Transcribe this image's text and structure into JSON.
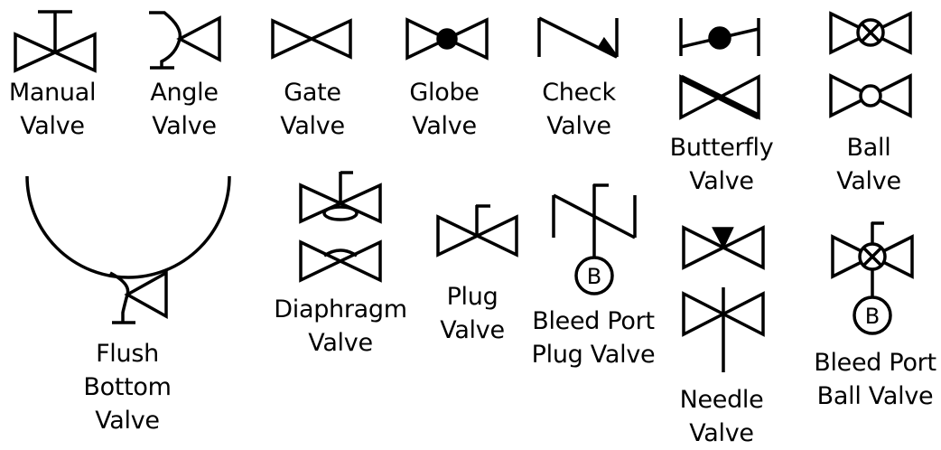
{
  "valves": [
    {
      "key": "manual",
      "lines": [
        "Manual",
        "Valve"
      ]
    },
    {
      "key": "angle",
      "lines": [
        "Angle",
        "Valve"
      ]
    },
    {
      "key": "gate",
      "lines": [
        "Gate",
        "Valve"
      ]
    },
    {
      "key": "globe",
      "lines": [
        "Globe",
        "Valve"
      ]
    },
    {
      "key": "check",
      "lines": [
        "Check",
        "Valve"
      ]
    },
    {
      "key": "butterfly",
      "lines": [
        "Butterfly",
        "Valve"
      ]
    },
    {
      "key": "ball",
      "lines": [
        "Ball",
        "Valve"
      ]
    },
    {
      "key": "flush_bottom",
      "lines": [
        "Flush",
        "Bottom",
        "Valve"
      ]
    },
    {
      "key": "diaphragm",
      "lines": [
        "Diaphragm",
        "Valve"
      ]
    },
    {
      "key": "plug",
      "lines": [
        "Plug",
        "Valve"
      ]
    },
    {
      "key": "bleed_port_plug",
      "lines": [
        "Bleed Port",
        "Plug Valve"
      ]
    },
    {
      "key": "needle",
      "lines": [
        "Needle",
        "Valve"
      ]
    },
    {
      "key": "bleed_port_ball",
      "lines": [
        "Bleed Port",
        "Ball Valve"
      ]
    }
  ],
  "bleed_port_letter": "B"
}
